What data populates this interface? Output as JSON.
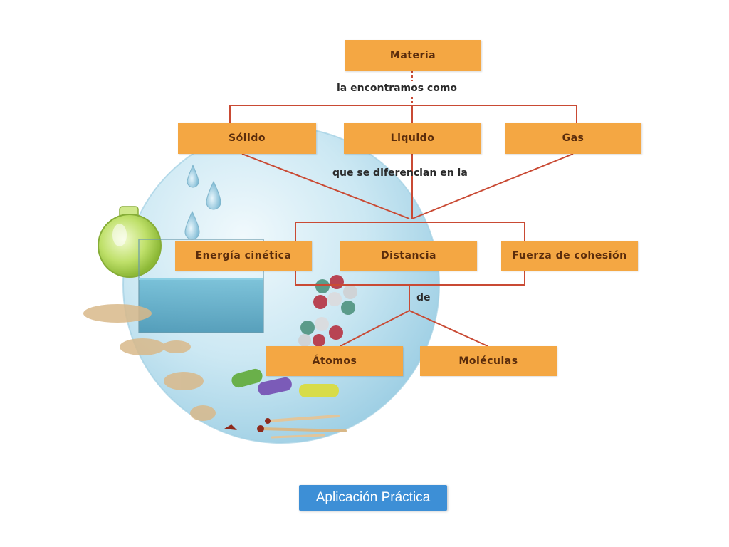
{
  "colors": {
    "node_fill": "#f4a743",
    "node_text": "#5a2c0c",
    "connector": "#c94a34",
    "badge_bg": "#3d8fd6",
    "badge_text": "#ffffff"
  },
  "diagram": {
    "nodes": {
      "materia": "Materia",
      "solido": "Sólido",
      "liquido": "Liquido",
      "gas": "Gas",
      "energia": "Energía cinética",
      "distancia": "Distancia",
      "fuerza": "Fuerza de cohesión",
      "atomos": "Átomos",
      "moleculas": "Moléculas"
    },
    "links": {
      "encontramos": "la encontramos como",
      "diferencian": "que se diferencian en la",
      "de": "de"
    }
  },
  "badge": {
    "label": "Aplicación Práctica"
  },
  "illustration": {
    "icons": [
      "sphere-icon",
      "water-drop-icon",
      "flask-icon",
      "water-tank-icon",
      "molecule-icon",
      "dust-icon",
      "capsule-icon",
      "match-icon"
    ]
  }
}
